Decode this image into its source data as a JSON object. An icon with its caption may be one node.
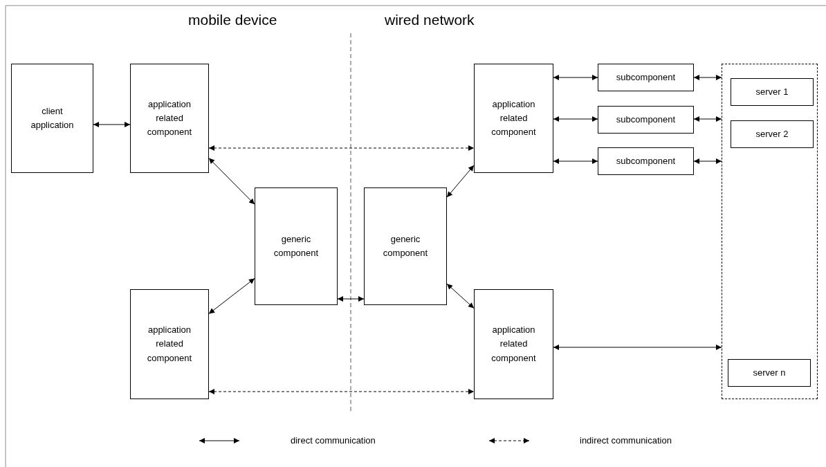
{
  "diagram": {
    "nodes": [
      {
        "text": [
          "client application"
        ]
      },
      {
        "text": [
          "application related component"
        ]
      },
      {
        "text": [
          "application related component"
        ]
      },
      {
        "text": [
          "generic component"
        ]
      },
      {
        "text": [
          "generic component"
        ]
      },
      {
        "text": [
          "application related component"
        ]
      },
      {
        "text": [
          "application related component"
        ]
      },
      {
        "text": [
          "subcomponent"
        ]
      },
      {
        "text": [
          "subcomponent"
        ]
      },
      {
        "text": [
          "subcomponent"
        ]
      },
      {
        "text": [],
        "shape": "box"
      },
      {
        "text": [
          "server 1"
        ],
        "in": 10
      },
      {
        "text": [
          "server 2"
        ],
        "in": 10
      },
      {
        "text": [
          "server n"
        ],
        "in": 10
      }
    ],
    "edges": [
      {
        "from": 0,
        "to": 1,
        "arrow": "both"
      },
      {
        "from": 1,
        "to": 5,
        "arrow": "both",
        "style": "dashed"
      },
      {
        "from": 1,
        "to": 3,
        "arrow": "both"
      },
      {
        "from": 2,
        "to": 3,
        "arrow": "both"
      },
      {
        "from": 3,
        "to": 4,
        "arrow": "both"
      },
      {
        "from": 4,
        "to": 5,
        "arrow": "both"
      },
      {
        "from": 4,
        "to": 6,
        "arrow": "both"
      },
      {
        "from": 2,
        "to": 6,
        "arrow": "both",
        "style": "dashed"
      },
      {
        "from": 5,
        "to": 7,
        "arrow": "both"
      },
      {
        "from": 5,
        "to": 8,
        "arrow": "both"
      },
      {
        "from": 5,
        "to": 9,
        "arrow": "both"
      },
      {
        "from": 7,
        "to": 10,
        "arrow": "both"
      },
      {
        "from": 8,
        "to": 10,
        "arrow": "both"
      },
      {
        "from": 9,
        "to": 10,
        "arrow": "both"
      },
      {
        "from": 6,
        "to": 10,
        "arrow": "both"
      }
    ],
    "labels": [
      "mobile device",
      "wired network"
    ],
    "legend": [
      {
        "text": "direct communication"
      },
      {
        "text": "indirect communication"
      }
    ]
  }
}
